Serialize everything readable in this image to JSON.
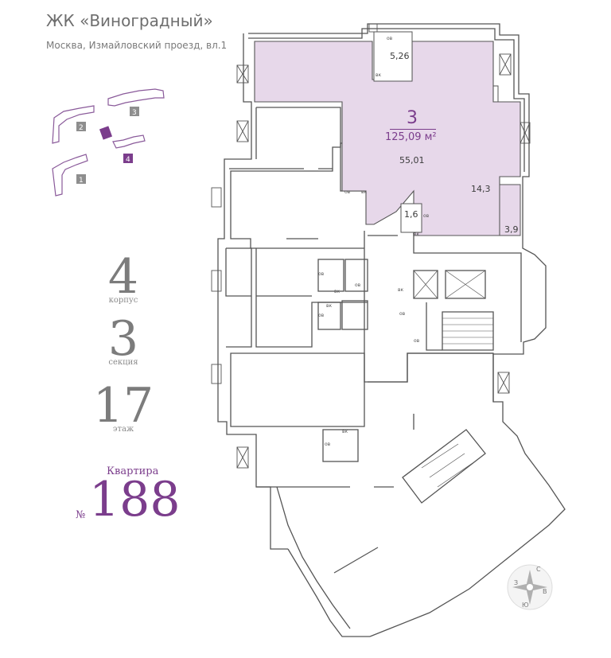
{
  "header": {
    "title": "ЖК «Виноградный»",
    "address": "Москва, Измайловский проезд, вл.1"
  },
  "info": {
    "korpus_value": "4",
    "korpus_label": "корпус",
    "sekciya_value": "3",
    "sekciya_label": "секция",
    "etazh_value": "17",
    "etazh_label": "этаж"
  },
  "apartment": {
    "label": "Квартира",
    "number_sign": "№",
    "number": "188",
    "rooms": "3",
    "total_area": "125,09 м²",
    "room_areas": [
      "5,26",
      "55,01",
      "14,3",
      "1,6",
      "3,9"
    ]
  },
  "fixtures": {
    "washer": "ов",
    "vent": "вк"
  },
  "site_plan": {
    "buildings": [
      "1",
      "2",
      "3",
      "4"
    ]
  },
  "compass": {
    "north": "С",
    "south": "Ю",
    "east": "В",
    "west": "З"
  },
  "colors": {
    "accent": "#7b3d8c",
    "apartment_fill": "#e7d8ea",
    "wall": "#555555",
    "badge_gray": "#8e8e8e"
  }
}
